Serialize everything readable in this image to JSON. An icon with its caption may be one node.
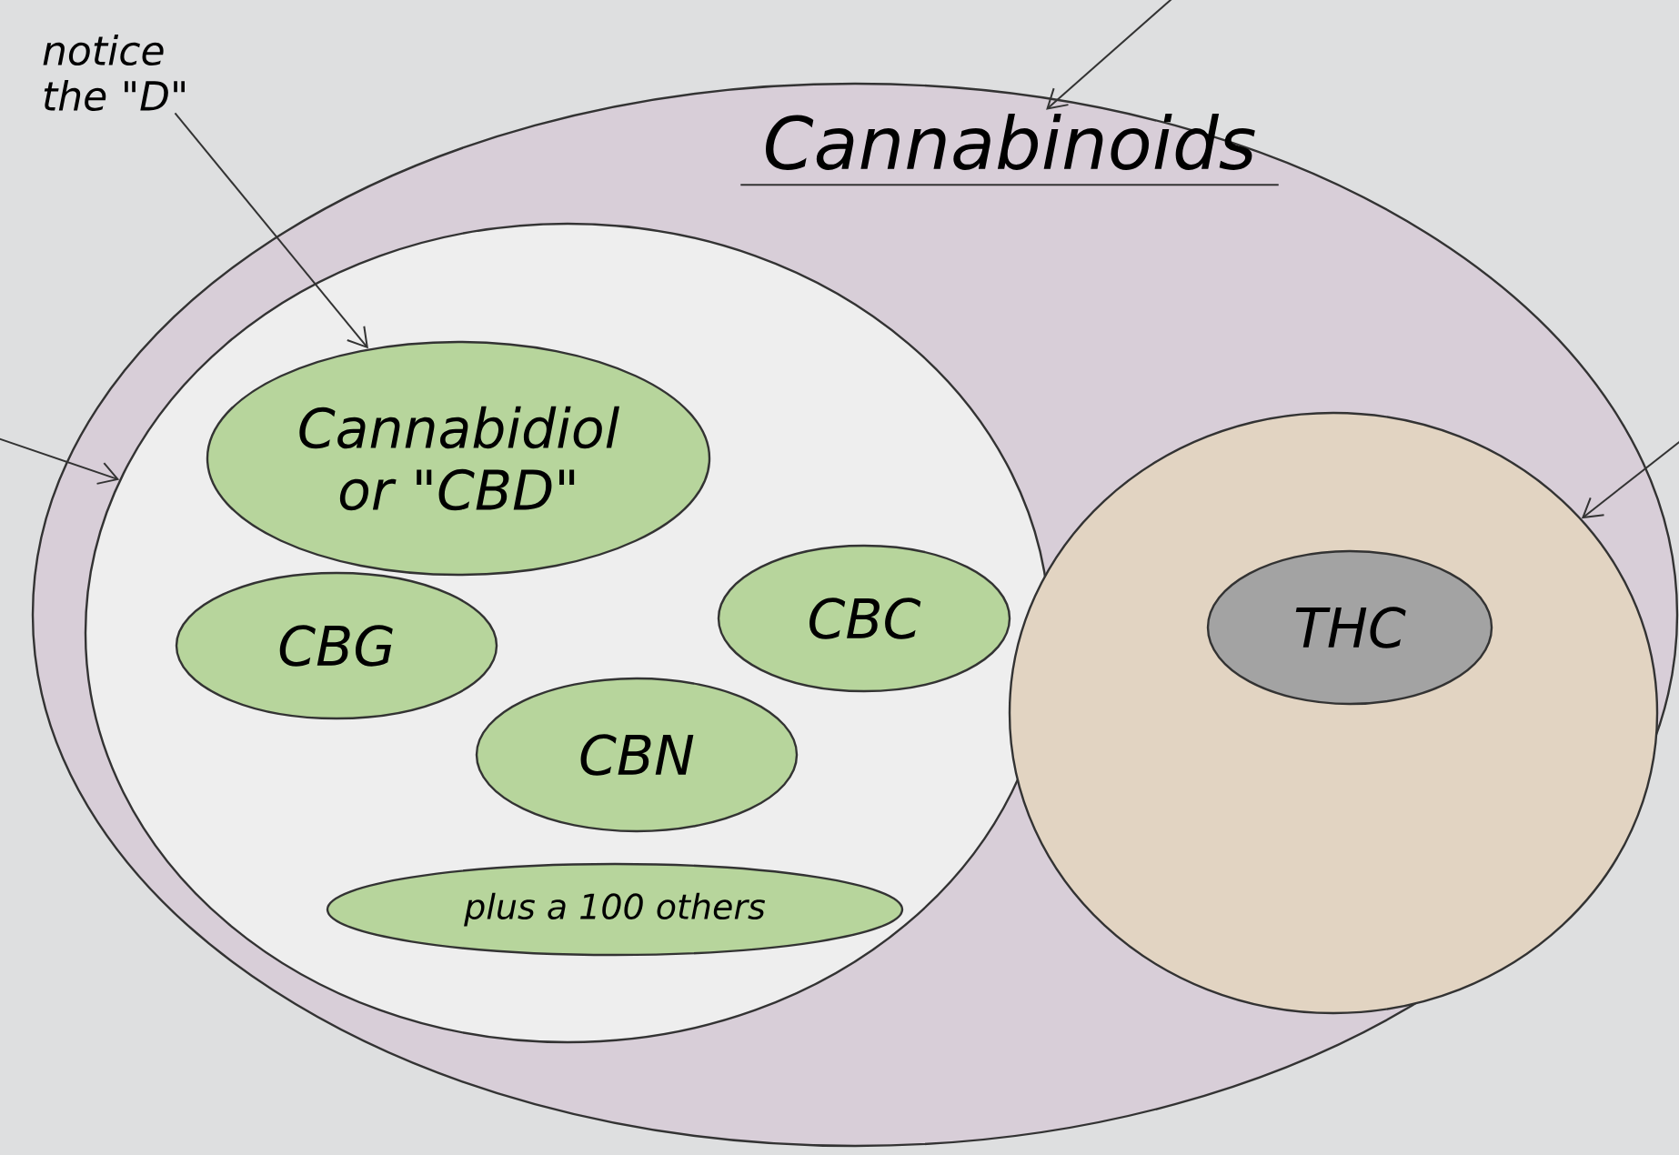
{
  "diagram": {
    "nodes": [
      {
        "text": [
          "Cannabinoids"
        ]
      },
      {
        "text": [],
        "shape": "circle",
        "in": 0
      },
      {
        "text": [
          "Cannabidiol or \"CBD\""
        ],
        "in": 1
      },
      {
        "text": [
          "CBC"
        ],
        "in": 1
      },
      {
        "text": [
          "CBG"
        ],
        "in": 1
      },
      {
        "text": [
          "CBN"
        ],
        "in": 1
      },
      {
        "text": [
          "plus a 100 others"
        ],
        "in": 1
      },
      {
        "text": [],
        "shape": "circle",
        "in": 0
      },
      {
        "text": [
          "THC"
        ],
        "in": 7
      },
      {
        "text": [
          "notice the \"D\""
        ]
      }
    ],
    "edges": [
      {
        "from": 9,
        "to": 2,
        "arrow": "to"
      },
      {
        "from": null,
        "to": 0,
        "arrow": "to"
      },
      {
        "from": null,
        "to": 1,
        "arrow": "to"
      },
      {
        "from": null,
        "to": 7,
        "arrow": "to"
      }
    ]
  }
}
